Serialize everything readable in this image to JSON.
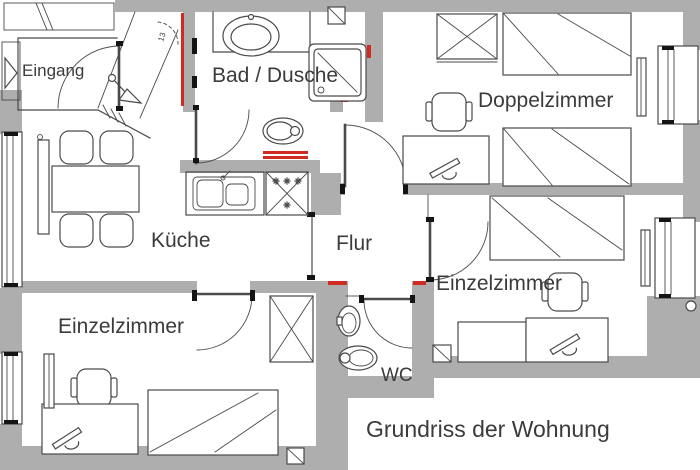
{
  "caption": "Grundriss der Wohnung",
  "rooms": {
    "eingang": "Eingang",
    "bad": "Bad / Dusche",
    "doppelzimmer": "Doppelzimmer",
    "kueche": "Küche",
    "flur": "Flur",
    "einzelzimmer_rechts": "Einzelzimmer",
    "einzelzimmer_links": "Einzelzimmer",
    "wc": "WC"
  },
  "annotations": {
    "entry_mark": "13"
  },
  "colors": {
    "wall": "#aeaeae",
    "line": "#4a4a4a",
    "jamb": "#141414",
    "accent": "#cf2b20",
    "text": "#3b3b3b",
    "bg": "#ffffff"
  }
}
